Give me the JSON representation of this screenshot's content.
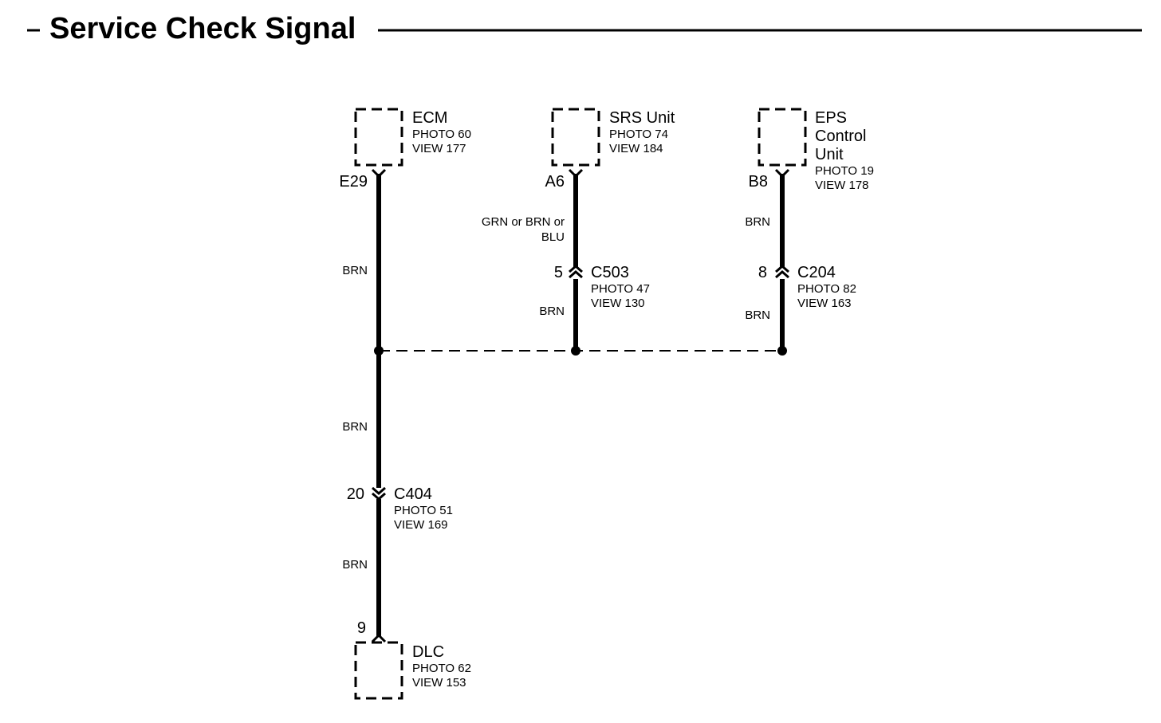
{
  "title": "Service Check Signal",
  "components": {
    "ecm": {
      "name": "ECM",
      "photo": "PHOTO 60",
      "view": "VIEW 177"
    },
    "srs": {
      "name": "SRS Unit",
      "photo": "PHOTO 74",
      "view": "VIEW 184"
    },
    "eps": {
      "name_lines": [
        "EPS",
        "Control",
        "Unit"
      ],
      "photo": "PHOTO 19",
      "view": "VIEW 178"
    },
    "dlc": {
      "name": "DLC",
      "photo": "PHOTO 62",
      "view": "VIEW 153"
    }
  },
  "pins": {
    "ecm": "E29",
    "srs": "A6",
    "eps": "B8",
    "dlc": "9"
  },
  "wires": {
    "ecm_upper": "BRN",
    "srs_upper_lines": [
      "GRN or BRN or",
      "BLU"
    ],
    "srs_lower": "BRN",
    "eps_upper": "BRN",
    "eps_lower": "BRN",
    "trunk_upper": "BRN",
    "trunk_lower": "BRN"
  },
  "connectors": {
    "c503": {
      "pin": "5",
      "name": "C503",
      "photo": "PHOTO 47",
      "view": "VIEW 130"
    },
    "c204": {
      "pin": "8",
      "name": "C204",
      "photo": "PHOTO 82",
      "view": "VIEW 163"
    },
    "c404": {
      "pin": "20",
      "name": "C404",
      "photo": "PHOTO 51",
      "view": "VIEW 169"
    }
  }
}
